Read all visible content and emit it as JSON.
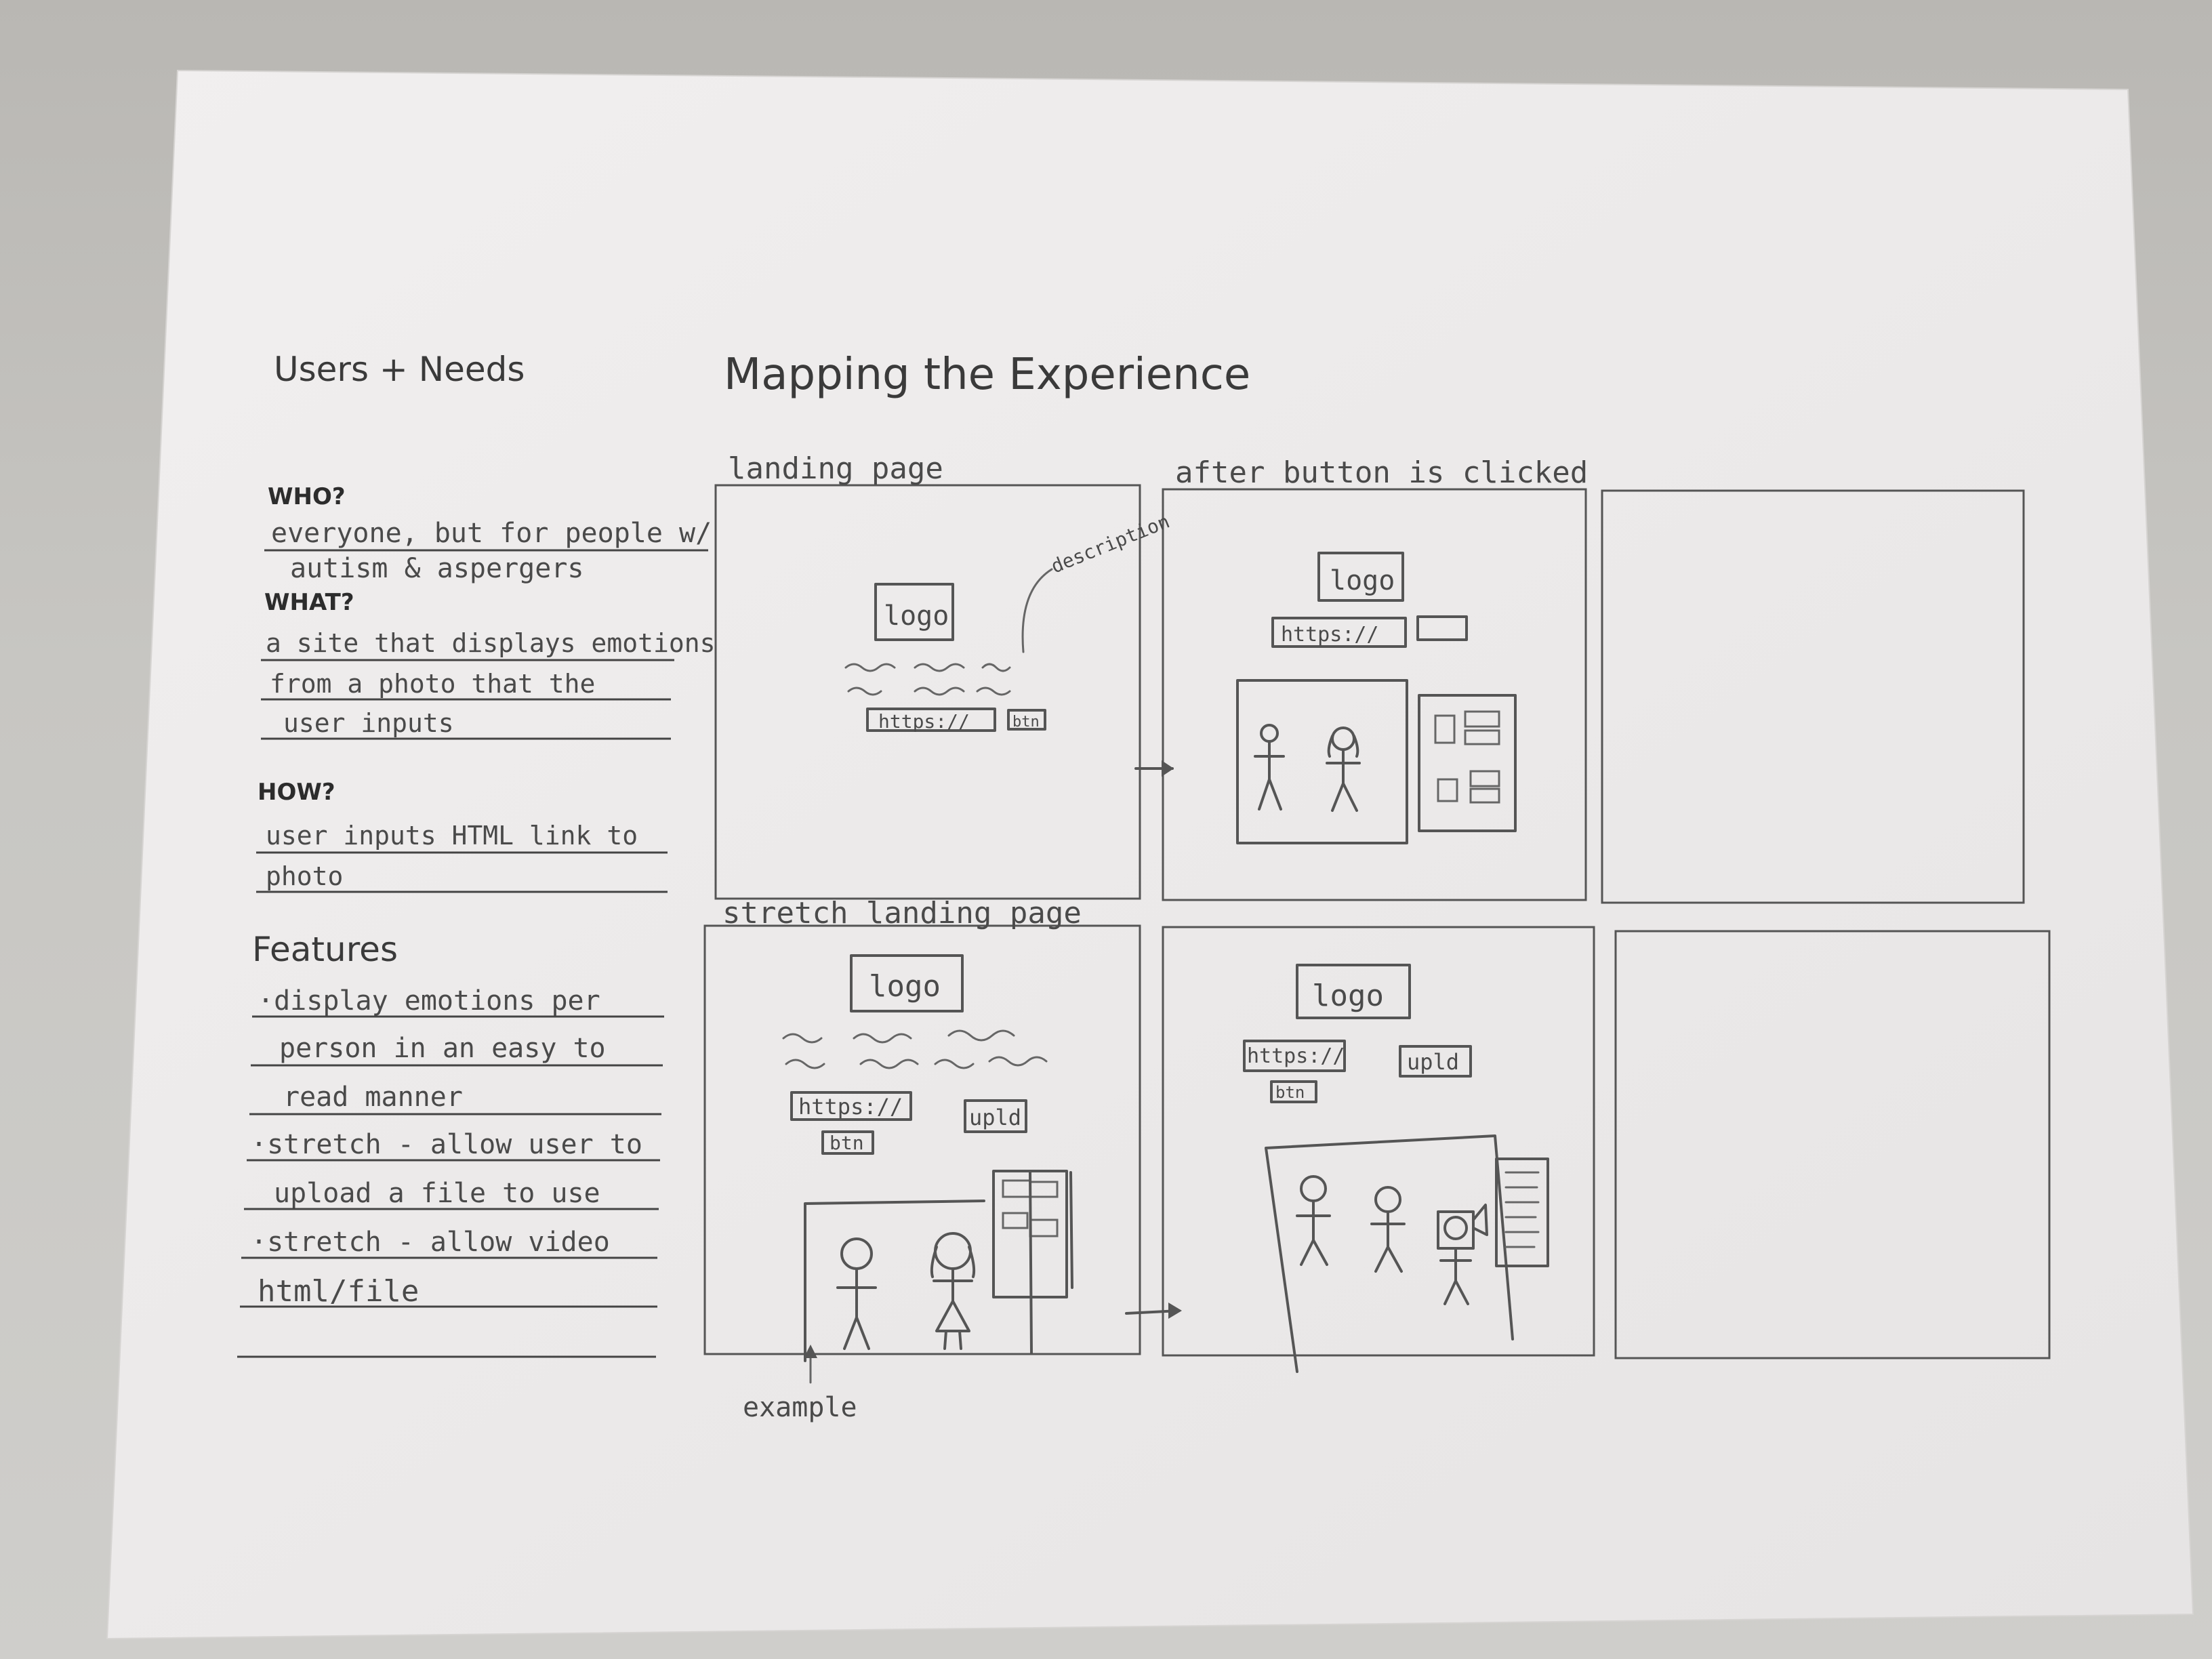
{
  "left_panel": {
    "heading": "Users + Needs",
    "who_label": "WHO?",
    "who_lines": [
      "everyone, but for people w/",
      "autism & aspergers"
    ],
    "what_label": "WHAT?",
    "what_lines": [
      "a site that displays emotions",
      "from a photo that the",
      "user inputs"
    ],
    "how_label": "HOW?",
    "how_lines": [
      "user inputs HTML link to",
      "photo"
    ],
    "features_label": "Features",
    "features_lines": [
      "·display emotions per",
      "person in an easy to",
      "read manner",
      "·stretch - allow user to",
      "upload a file to use",
      "·stretch - allow video",
      "html/file"
    ]
  },
  "map": {
    "heading": "Mapping the Experience",
    "panel1": {
      "caption": "landing page",
      "logo": "logo",
      "url": "https://",
      "btn": "btn",
      "annotation": "description"
    },
    "panel2": {
      "caption": "after button is clicked",
      "logo": "logo",
      "url": "https://"
    },
    "panel4": {
      "caption": "stretch landing page",
      "logo": "logo",
      "url": "https://",
      "btn": "btn",
      "upload": "upld",
      "annotation": "example"
    },
    "panel5": {
      "logo": "logo",
      "url": "https://",
      "btn": "btn",
      "upload": "upld"
    }
  },
  "colors": {
    "paper": "#eceaea",
    "pencil": "#555555",
    "background": "#c4c2be"
  }
}
